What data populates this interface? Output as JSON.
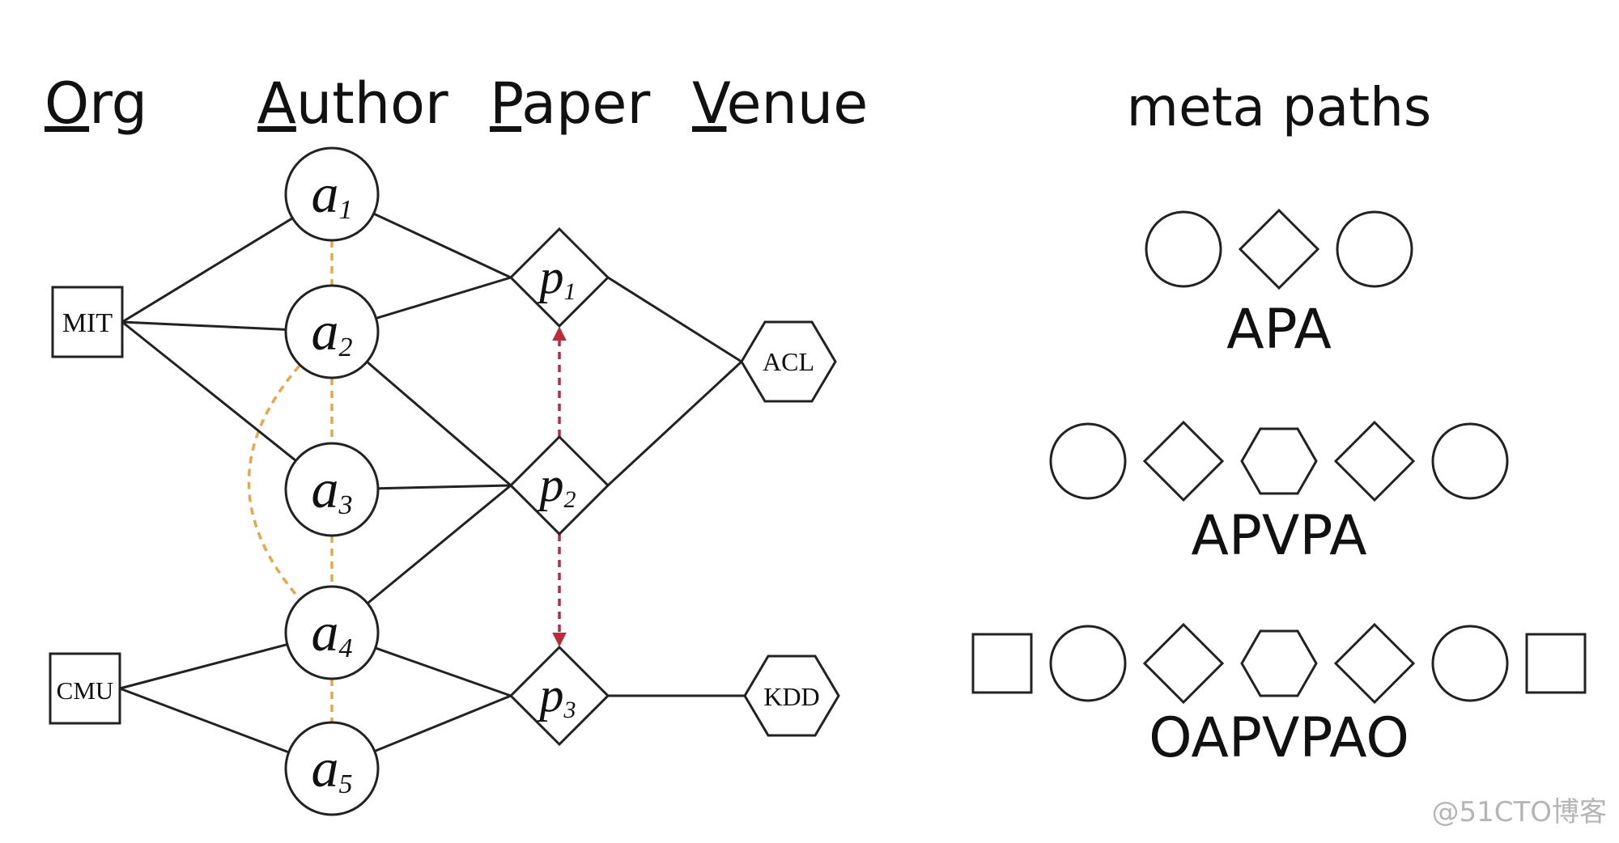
{
  "headers": [
    {
      "id": "org",
      "initial": "O",
      "rest": "rg"
    },
    {
      "id": "author",
      "initial": "A",
      "rest": "uthor"
    },
    {
      "id": "paper",
      "initial": "P",
      "rest": "aper"
    },
    {
      "id": "venue",
      "initial": "V",
      "rest": "enue"
    }
  ],
  "meta_title": "meta paths",
  "orgs": [
    {
      "id": "MIT",
      "label": "MIT"
    },
    {
      "id": "CMU",
      "label": "CMU"
    }
  ],
  "authors": [
    {
      "id": "a1",
      "letter": "a",
      "sub": "1"
    },
    {
      "id": "a2",
      "letter": "a",
      "sub": "2"
    },
    {
      "id": "a3",
      "letter": "a",
      "sub": "3"
    },
    {
      "id": "a4",
      "letter": "a",
      "sub": "4"
    },
    {
      "id": "a5",
      "letter": "a",
      "sub": "5"
    }
  ],
  "papers": [
    {
      "id": "p1",
      "letter": "p",
      "sub": "1"
    },
    {
      "id": "p2",
      "letter": "p",
      "sub": "2"
    },
    {
      "id": "p3",
      "letter": "p",
      "sub": "3"
    }
  ],
  "venues": [
    {
      "id": "ACL",
      "label": "ACL"
    },
    {
      "id": "KDD",
      "label": "KDD"
    }
  ],
  "edges": [
    [
      "MIT",
      "a1"
    ],
    [
      "MIT",
      "a2"
    ],
    [
      "MIT",
      "a3"
    ],
    [
      "CMU",
      "a4"
    ],
    [
      "CMU",
      "a5"
    ],
    [
      "a1",
      "p1"
    ],
    [
      "a2",
      "p1"
    ],
    [
      "a2",
      "p2"
    ],
    [
      "a3",
      "p2"
    ],
    [
      "a4",
      "p2"
    ],
    [
      "a4",
      "p3"
    ],
    [
      "a5",
      "p3"
    ],
    [
      "p1",
      "ACL"
    ],
    [
      "p2",
      "ACL"
    ],
    [
      "p3",
      "KDD"
    ]
  ],
  "author_relations": [
    {
      "from": "a1",
      "to": "a2",
      "style": "straight"
    },
    {
      "from": "a2",
      "to": "a3",
      "style": "straight"
    },
    {
      "from": "a3",
      "to": "a4",
      "style": "straight"
    },
    {
      "from": "a4",
      "to": "a5",
      "style": "straight"
    },
    {
      "from": "a2",
      "to": "a4",
      "style": "curved"
    }
  ],
  "paper_relations": [
    {
      "from": "p2",
      "to": "p1"
    },
    {
      "from": "p2",
      "to": "p3"
    }
  ],
  "meta_paths": [
    {
      "label": "APA",
      "sequence": [
        "circle",
        "diamond",
        "circle"
      ]
    },
    {
      "label": "APVPA",
      "sequence": [
        "circle",
        "diamond",
        "hexagon",
        "diamond",
        "circle"
      ]
    },
    {
      "label": "OAPVPAO",
      "sequence": [
        "square",
        "circle",
        "diamond",
        "hexagon",
        "diamond",
        "circle",
        "square"
      ]
    }
  ],
  "colors": {
    "stroke": "#222222",
    "author_relation": "#e8a84a",
    "paper_relation": "#c0283c",
    "watermark": "#b5b5b5"
  },
  "watermark": "@51CTO博客"
}
